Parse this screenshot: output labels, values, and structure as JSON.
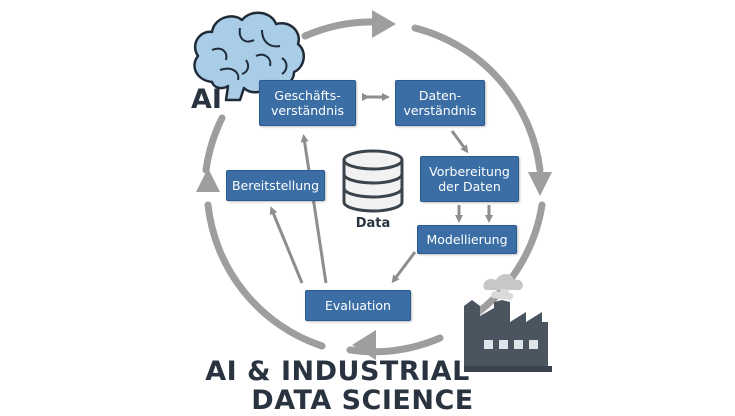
{
  "labels": {
    "ai": "AI",
    "data": "Data"
  },
  "process": {
    "business_understanding": "Geschäfts-\nverständnis",
    "data_understanding": "Daten-\nverständnis",
    "data_preparation": "Vorbereitung\nder Daten",
    "modeling": "Modellierung",
    "evaluation": "Evaluation",
    "deployment": "Bereitstellung"
  },
  "title": {
    "line1": "AI & INDUSTRIAL",
    "line2": "DATA SCIENCE"
  },
  "icons": [
    "brain-icon",
    "database-icon",
    "factory-icon"
  ],
  "colors": {
    "box": "#3a6ea5",
    "arrow": "#9a9a9a",
    "brain": "#a9cde6",
    "factory": "#4a5560",
    "text": "#2a3440"
  }
}
